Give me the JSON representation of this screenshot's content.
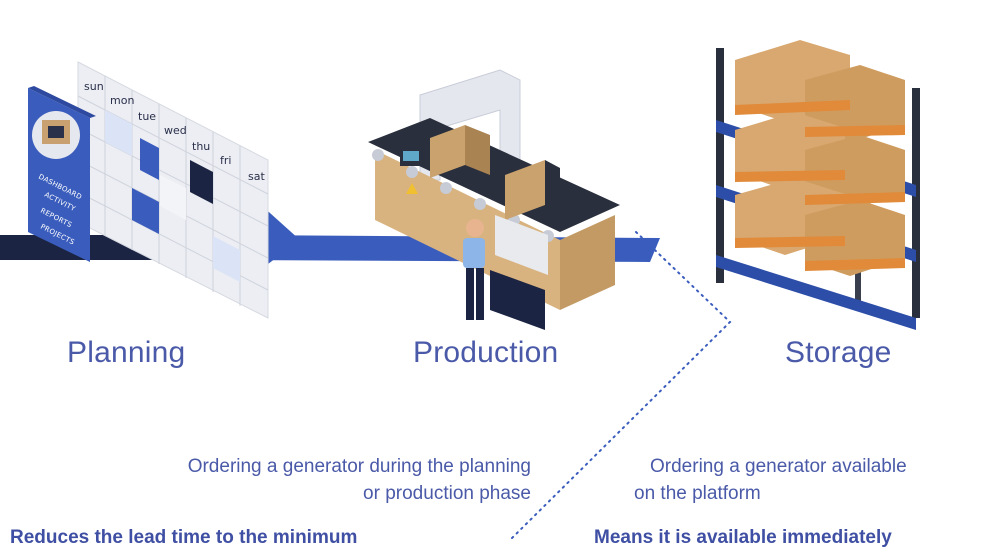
{
  "stages": {
    "planning": "Planning",
    "production": "Production",
    "storage": "Storage"
  },
  "left_note": {
    "line1": "Ordering a generator during the planning",
    "line2": "or production phase",
    "emphasis": "Reduces the lead time to the minimum"
  },
  "right_note": {
    "line1": "Ordering a generator available",
    "line2": "on the platform",
    "emphasis": "Means it is available immediately"
  },
  "calendar": {
    "days": [
      "sun",
      "mon",
      "tue",
      "wed",
      "thu",
      "fri",
      "sat"
    ],
    "menu": [
      "DASHBOARD",
      "ACTIVITY",
      "REPORTS",
      "PROJECTS"
    ]
  },
  "colors": {
    "accent": "#4a5aa8",
    "navy": "#1c2443",
    "blue": "#3a5dbd"
  }
}
